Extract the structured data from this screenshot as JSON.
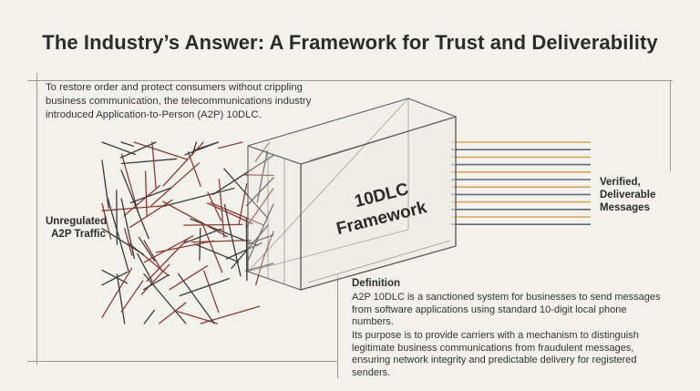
{
  "title": "The Industry’s Answer: A Framework for Trust and Deliverability",
  "intro": "To restore order and protect consumers without crippling business communication, the telecommunications industry introduced Application-to-Person (A2P) 10DLC.",
  "diagram": {
    "input_label_line1": "Unregulated",
    "input_label_line2": "A2P Traffic",
    "box_label_line1": "10DLC",
    "box_label_line2": "Framework",
    "output_label_line1": "Verified,",
    "output_label_line2": "Deliverable",
    "output_label_line3": "Messages",
    "colors": {
      "tangle_red": "#8a3b34",
      "tangle_dark": "#3a3a3a",
      "line_orange": "#d9a35e",
      "line_slate": "#5d6b7a",
      "box_stroke": "#5f5f5f"
    }
  },
  "definition": {
    "heading": "Definition",
    "paragraph1": "A2P 10DLC is a sanctioned system for businesses to send messages from software applications using standard 10-digit local phone numbers.",
    "paragraph2": "Its purpose is to provide carriers with a mechanism to distinguish legitimate business communications from fraudulent messages, ensuring network integrity and predictable delivery for registered senders."
  }
}
